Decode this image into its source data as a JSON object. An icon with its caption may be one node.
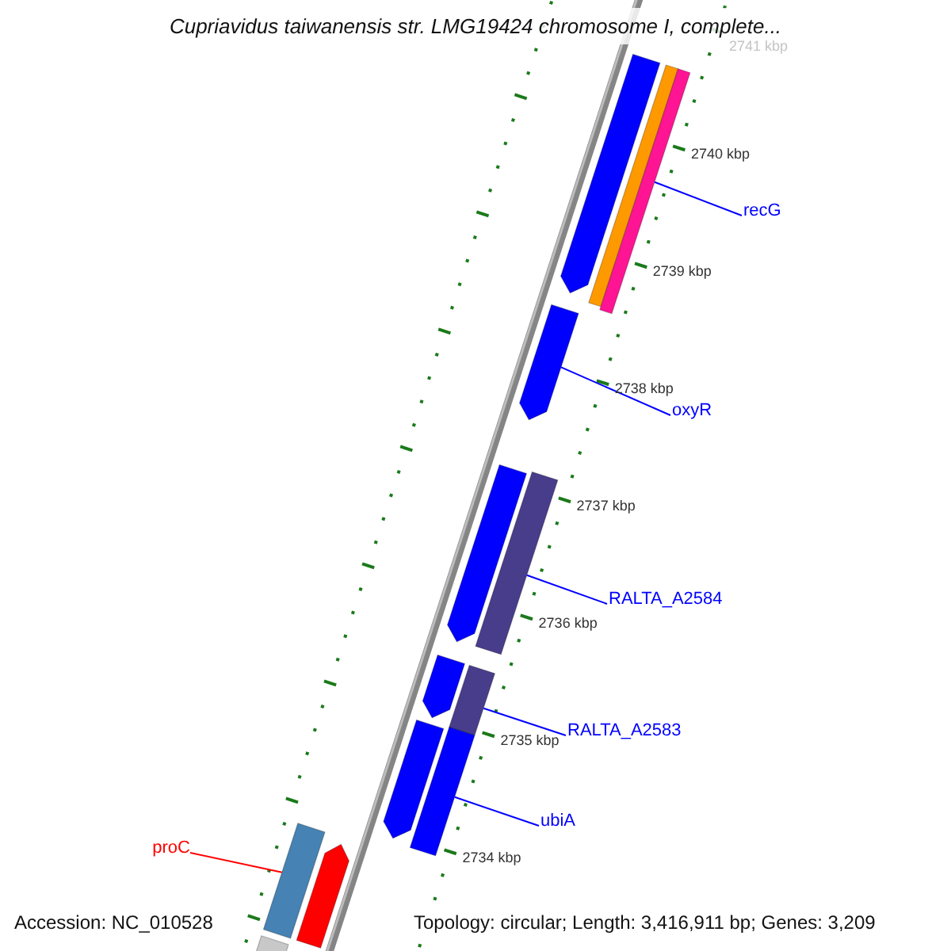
{
  "diagram": {
    "title": "Cupriavidus taiwanensis str. LMG19424 chromosome I, complete...",
    "nodes": [
      {
        "text": [],
        "shape": "arrow"
      },
      {
        "text": [],
        "shape": "bar"
      },
      {
        "text": [],
        "shape": "bar"
      },
      {
        "text": [
          "recG"
        ]
      },
      {
        "text": [],
        "shape": "arrow"
      },
      {
        "text": [
          "oxyR"
        ]
      },
      {
        "text": [],
        "shape": "arrow"
      },
      {
        "text": [],
        "shape": "bar"
      },
      {
        "text": [
          "RALTA_A2584"
        ]
      },
      {
        "text": [],
        "shape": "arrow"
      },
      {
        "text": [],
        "shape": "bar"
      },
      {
        "text": [
          "RALTA_A2583"
        ]
      },
      {
        "text": [],
        "shape": "arrow"
      },
      {
        "text": [],
        "shape": "bar"
      },
      {
        "text": [
          "ubiA"
        ]
      },
      {
        "text": [],
        "shape": "bar"
      },
      {
        "text": [],
        "shape": "arrow"
      },
      {
        "text": [
          "proC"
        ]
      },
      {
        "text": [],
        "shape": "bar"
      }
    ],
    "edges": [
      {
        "from": 3,
        "to": 2,
        "arrow": "none"
      },
      {
        "from": 5,
        "to": 4,
        "arrow": "none"
      },
      {
        "from": 8,
        "to": 7,
        "arrow": "none"
      },
      {
        "from": 11,
        "to": 10,
        "arrow": "none"
      },
      {
        "from": 14,
        "to": 13,
        "arrow": "none"
      },
      {
        "from": 17,
        "to": 15,
        "arrow": "none",
        "color": "#ff0000"
      }
    ],
    "labels": [
      "2741 kbp",
      "2740 kbp",
      "2739 kbp",
      "2738 kbp",
      "2737 kbp",
      "2736 kbp",
      "2735 kbp",
      "2734 kbp",
      "Accession: NC_010528",
      "Topology: circular; Length: 3,416,911 bp; Genes: 3,209"
    ]
  }
}
